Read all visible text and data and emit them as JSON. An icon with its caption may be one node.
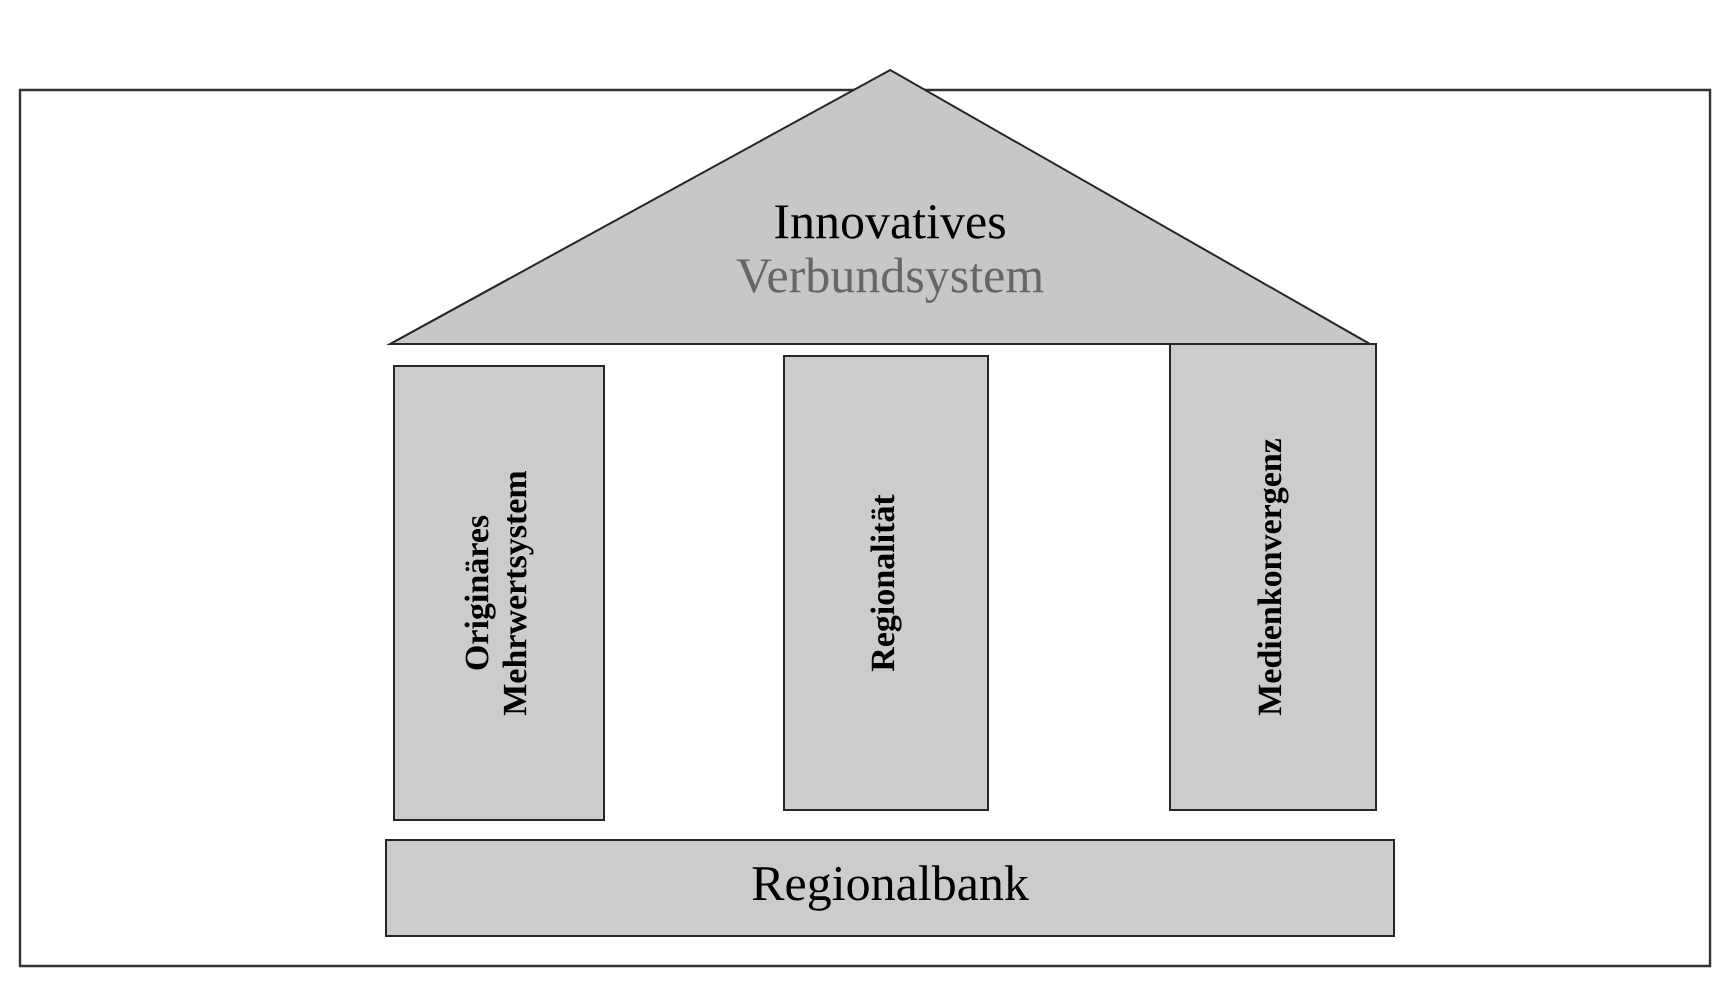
{
  "diagram": {
    "nodes": [
      {
        "text": [
          "Innovatives",
          "Verbundsystem"
        ]
      },
      {
        "text": [
          "Originäres Mehrwertsystem"
        ]
      },
      {
        "text": [
          "Regionalität"
        ]
      },
      {
        "text": [
          "Medienkonvergenz"
        ]
      },
      {
        "text": [
          "Regionalbank"
        ]
      }
    ],
    "edges": []
  }
}
